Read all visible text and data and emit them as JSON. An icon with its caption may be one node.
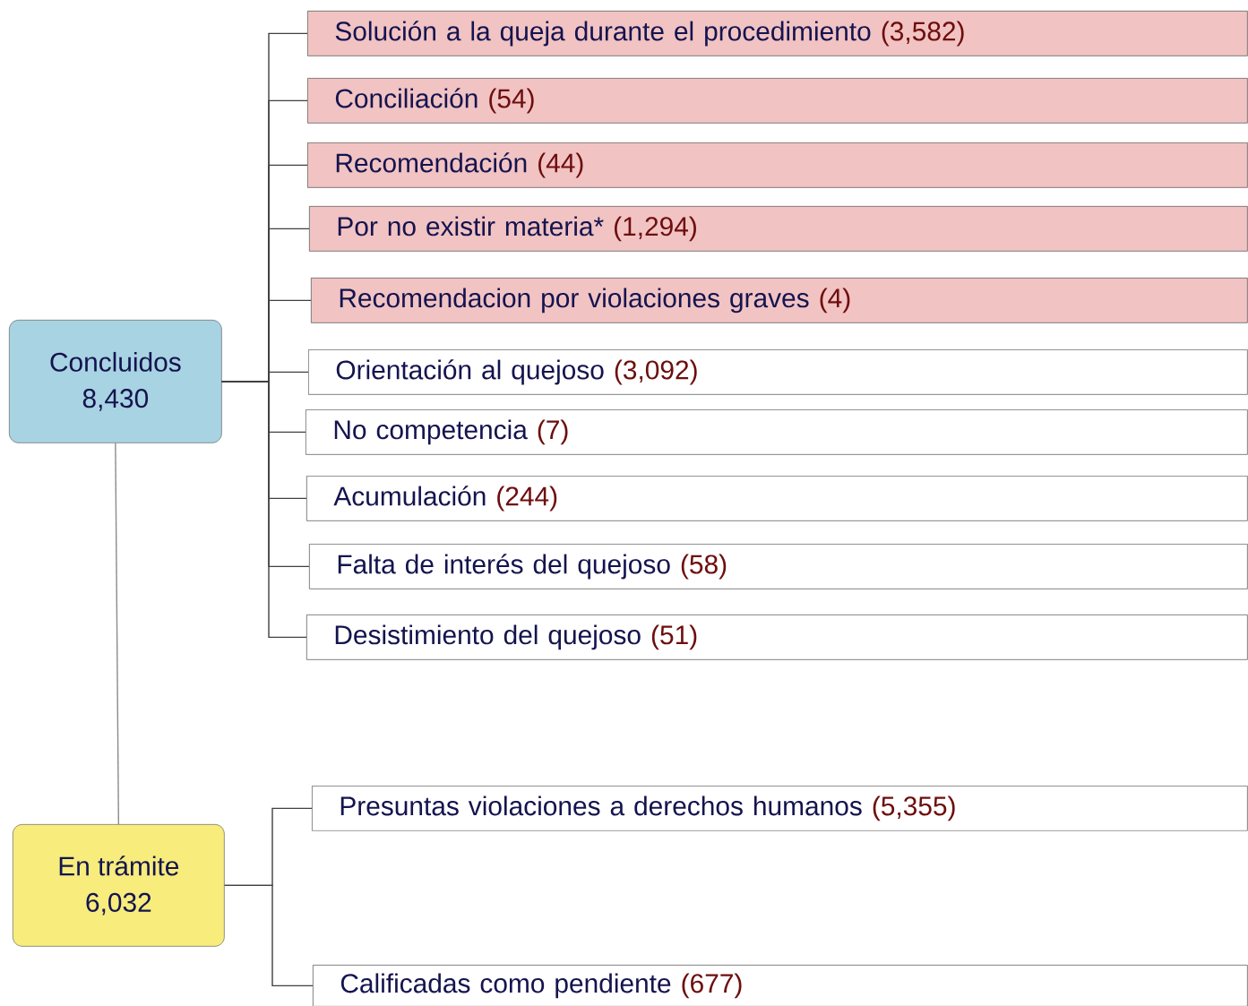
{
  "diagram": {
    "nodes": [
      {
        "text": [
          "Concluidos",
          "8,430"
        ]
      },
      {
        "text": [
          "Solución a la queja durante el procedimiento",
          "(3,582)"
        ]
      },
      {
        "text": [
          "Conciliación",
          "(54)"
        ]
      },
      {
        "text": [
          "Recomendación",
          "(44)"
        ]
      },
      {
        "text": [
          "Por no existir materia*",
          "(1,294)"
        ]
      },
      {
        "text": [
          "Recomendacion por violaciones graves",
          "(4)"
        ]
      },
      {
        "text": [
          "Orientación al quejoso",
          "(3,092)"
        ]
      },
      {
        "text": [
          "No competencia",
          "(7)"
        ]
      },
      {
        "text": [
          "Acumulación",
          "(244)"
        ]
      },
      {
        "text": [
          "Falta de interés del quejoso",
          "(58)"
        ]
      },
      {
        "text": [
          "Desistimiento del quejoso",
          "(51)"
        ]
      },
      {
        "text": [
          "En trámite",
          "6,032"
        ]
      },
      {
        "text": [
          "Presuntas violaciones a derechos humanos",
          "(5,355)"
        ]
      },
      {
        "text": [
          "Calificadas como pendiente",
          "(677)"
        ]
      }
    ],
    "edges": [
      {
        "from": 0,
        "to": 1,
        "arrow": "none"
      },
      {
        "from": 0,
        "to": 2,
        "arrow": "none"
      },
      {
        "from": 0,
        "to": 3,
        "arrow": "none"
      },
      {
        "from": 0,
        "to": 4,
        "arrow": "none"
      },
      {
        "from": 0,
        "to": 5,
        "arrow": "none"
      },
      {
        "from": 0,
        "to": 6,
        "arrow": "none"
      },
      {
        "from": 0,
        "to": 7,
        "arrow": "none"
      },
      {
        "from": 0,
        "to": 8,
        "arrow": "none"
      },
      {
        "from": 0,
        "to": 9,
        "arrow": "none"
      },
      {
        "from": 0,
        "to": 10,
        "arrow": "none"
      },
      {
        "from": 0,
        "to": 11,
        "arrow": "none"
      },
      {
        "from": 11,
        "to": 12,
        "arrow": "none"
      },
      {
        "from": 11,
        "to": 13,
        "arrow": "none"
      }
    ]
  }
}
